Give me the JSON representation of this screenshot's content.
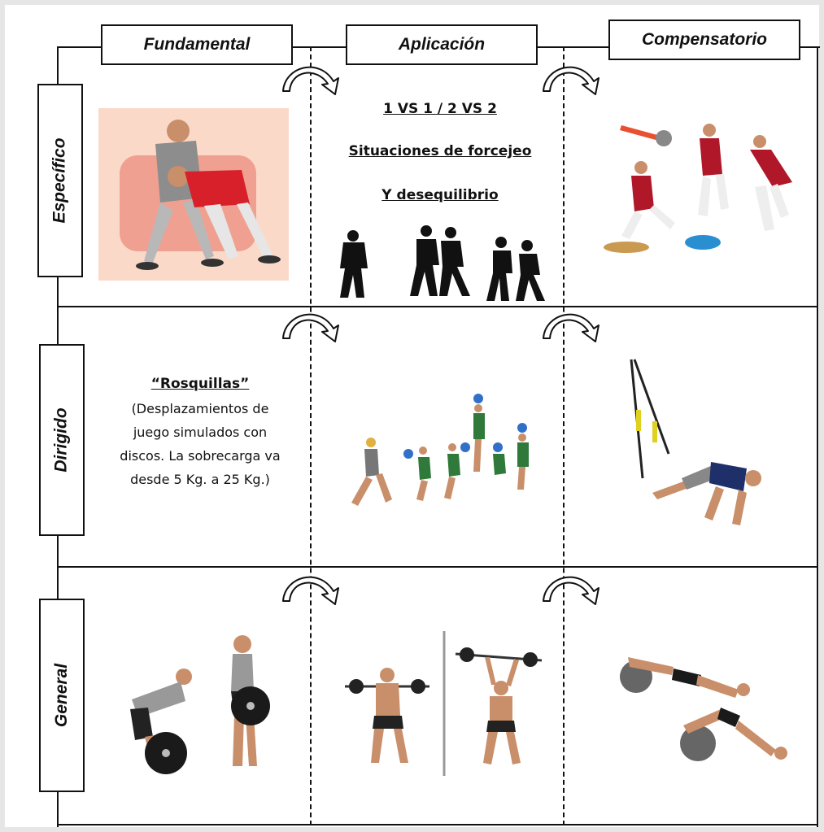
{
  "columns": {
    "fundamental": "Fundamental",
    "aplicacion": "Aplicación",
    "compensatorio": "Compensatorio"
  },
  "rows": {
    "especifico": "Específico",
    "dirigido": "Dirigido",
    "general": "General"
  },
  "cells": {
    "especifico_aplicacion": {
      "line1": "1 VS 1 / 2 VS 2",
      "line2": "Situaciones de forcejeo",
      "line3": "Y desequilibrio"
    },
    "dirigido_fundamental": {
      "title": "“Rosquillas”",
      "line1": "(Desplazamientos de",
      "line2": "juego simulados con",
      "line3": "discos. La sobrecarga  va",
      "line4": "desde 5 Kg. a 25 Kg.)"
    }
  },
  "illustrations": [
    "wrestling-players",
    "basketball-silhouettes",
    "balance-board-jumps",
    "medicine-ball-throw",
    "trx-suspension-exercise",
    "deadlift-lifter",
    "overhead-squat-lifters",
    "fitball-bridge"
  ],
  "colors": {
    "line": "#111111",
    "background": "#ffffff",
    "page_border": "#e6e6e6"
  }
}
